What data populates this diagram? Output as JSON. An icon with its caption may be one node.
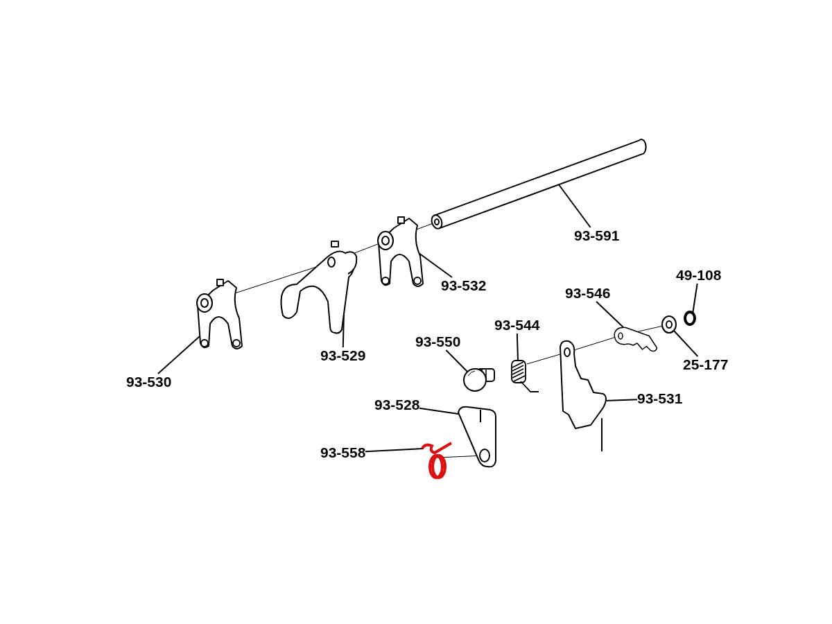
{
  "diagram": {
    "nodes": [
      {
        "text": [
          "93-591"
        ]
      },
      {
        "text": [
          "93-532"
        ]
      },
      {
        "text": [
          "93-529"
        ]
      },
      {
        "text": [
          "93-530"
        ]
      },
      {
        "text": [
          "49-108"
        ]
      },
      {
        "text": [
          "93-546"
        ]
      },
      {
        "text": [
          "93-544"
        ]
      },
      {
        "text": [
          "93-550"
        ]
      },
      {
        "text": [
          "25-177"
        ]
      },
      {
        "text": [
          "93-531"
        ]
      },
      {
        "text": [
          "93-528"
        ]
      },
      {
        "text": [
          "93-558"
        ]
      },
      {
        "text": [],
        "shape": "picture"
      },
      {
        "text": [],
        "shape": "picture"
      },
      {
        "text": [],
        "shape": "picture"
      },
      {
        "text": [],
        "shape": "picture"
      },
      {
        "text": [],
        "shape": "circle"
      },
      {
        "text": [],
        "shape": "picture"
      },
      {
        "text": [],
        "shape": "picture"
      },
      {
        "text": [],
        "shape": "picture"
      },
      {
        "text": [],
        "shape": "picture"
      },
      {
        "text": [],
        "shape": "picture"
      },
      {
        "text": [],
        "shape": "picture"
      },
      {
        "text": [],
        "shape": "picture"
      }
    ],
    "edges": [
      {
        "from": 0,
        "to": 12,
        "arrow": "none"
      },
      {
        "from": 1,
        "to": 13,
        "arrow": "none"
      },
      {
        "from": 2,
        "to": 14,
        "arrow": "none"
      },
      {
        "from": 3,
        "to": 15,
        "arrow": "none"
      },
      {
        "from": 4,
        "to": 16,
        "arrow": "none"
      },
      {
        "from": 5,
        "to": 17,
        "arrow": "none"
      },
      {
        "from": 6,
        "to": 18,
        "arrow": "none"
      },
      {
        "from": 7,
        "to": 19,
        "arrow": "none"
      },
      {
        "from": 8,
        "to": 20,
        "arrow": "none"
      },
      {
        "from": 9,
        "to": 21,
        "arrow": "none"
      },
      {
        "from": 10,
        "to": 22,
        "arrow": "none"
      },
      {
        "from": 11,
        "to": 23,
        "arrow": "none"
      },
      {
        "from": 15,
        "to": 14,
        "arrow": "none"
      },
      {
        "from": 14,
        "to": 13,
        "arrow": "none"
      },
      {
        "from": 13,
        "to": 12,
        "arrow": "none"
      },
      {
        "from": 18,
        "to": 21,
        "arrow": "none"
      },
      {
        "from": 21,
        "to": 17,
        "arrow": "none"
      },
      {
        "from": 17,
        "to": 20,
        "arrow": "none"
      },
      {
        "from": 23,
        "to": 22,
        "arrow": "none"
      }
    ]
  }
}
